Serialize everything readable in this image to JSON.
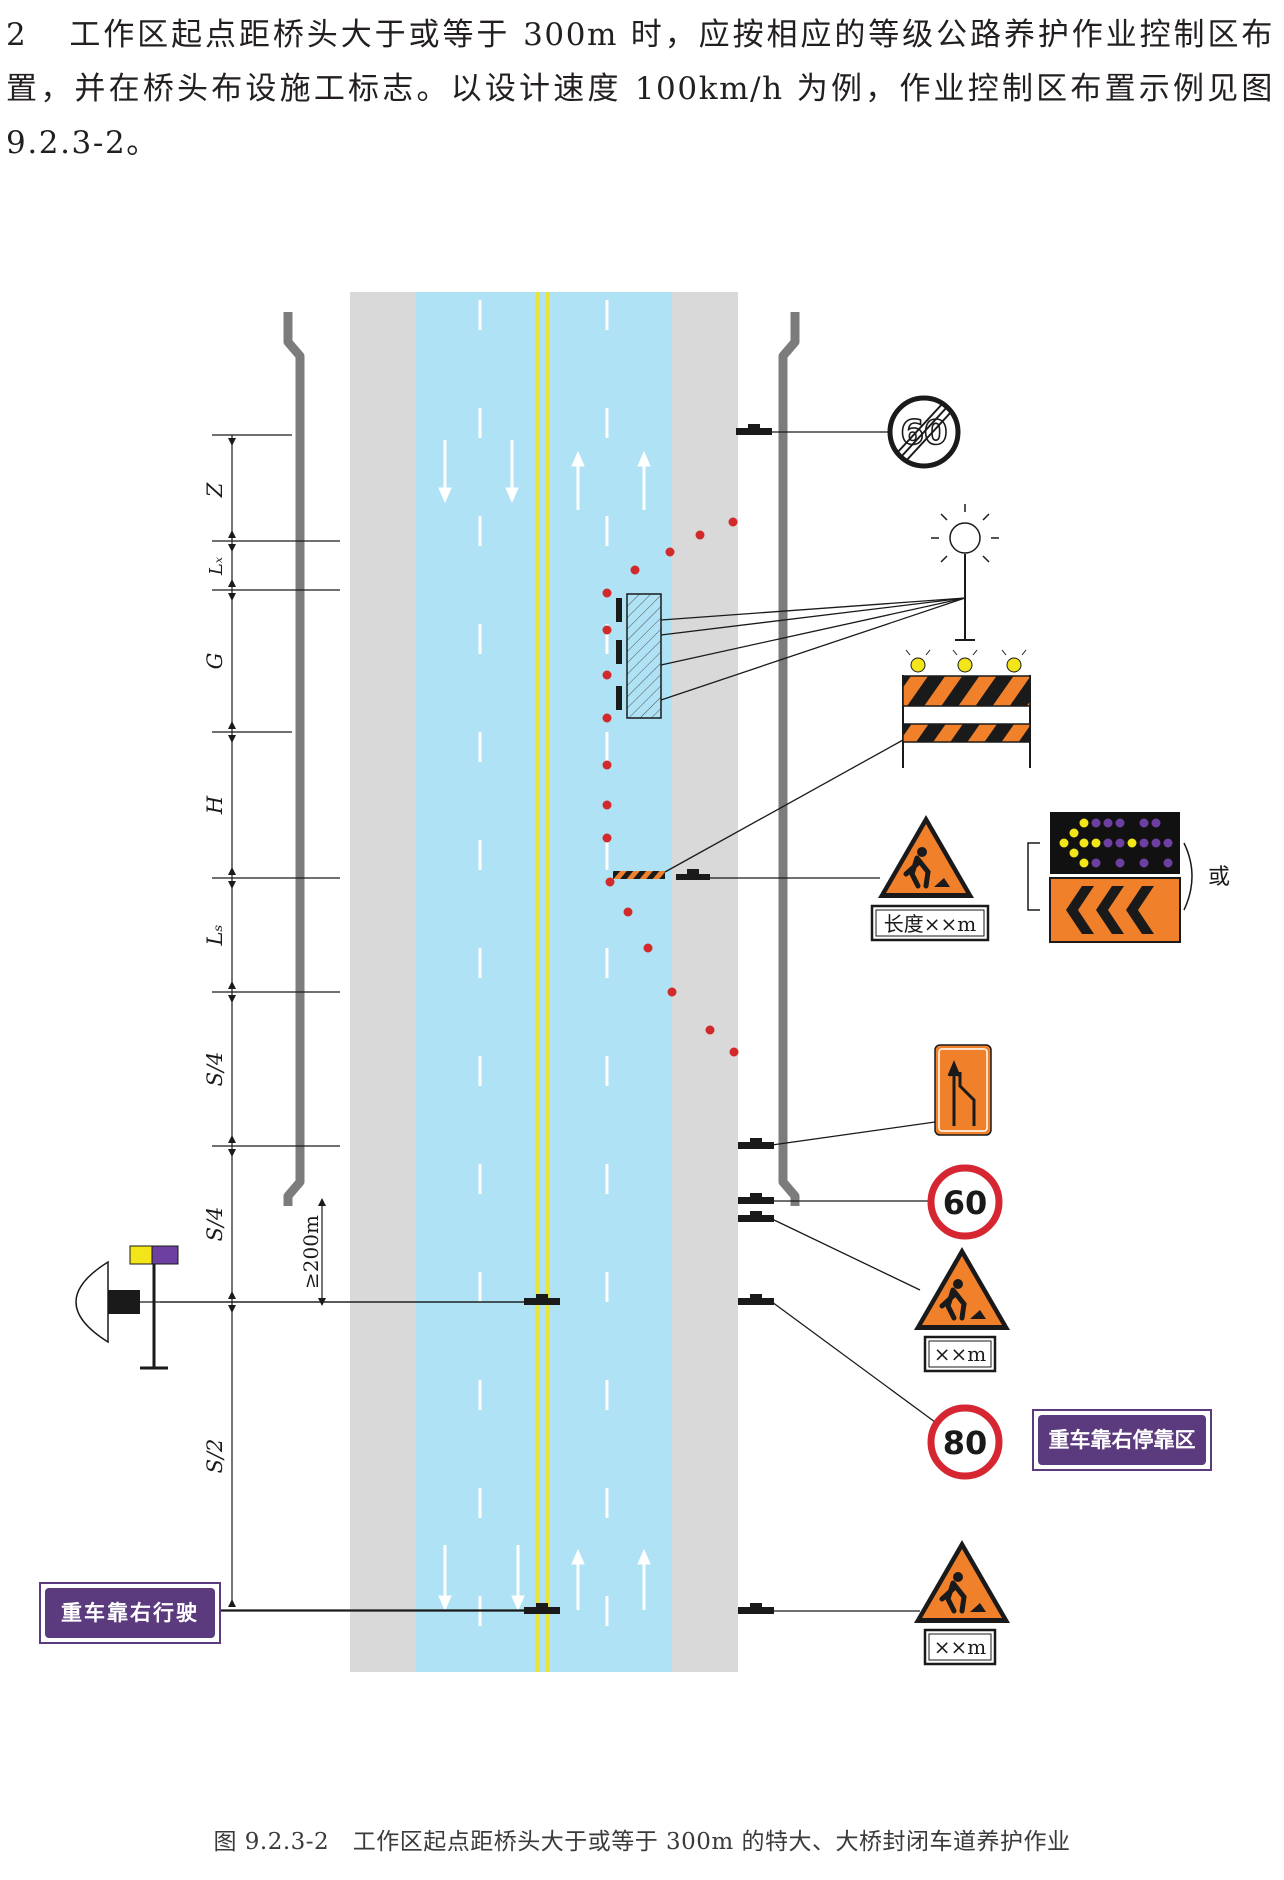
{
  "intro": {
    "number": "2",
    "text": "工作区起点距桥头大于或等于 300m 时，应按相应的等级公路养护作业控制区布置，并在桥头布设施工标志。以设计速度 100km/h 为例，作业控制区布置示例见图 9.2.3-2。"
  },
  "diagram": {
    "dimensions": {
      "z": "Z",
      "lx": "Lₓ",
      "g": "G",
      "h": "H",
      "ls": "Lₛ",
      "s4_a": "S/4",
      "s4_b": "S/4",
      "s2": "S/2",
      "min200": "≥200m"
    },
    "signs": {
      "end_limit": "60",
      "speed60": "60",
      "speed80": "80",
      "length_plate": "长度××m",
      "dist_plate_1": "××m",
      "dist_plate_2": "××m",
      "or_label": "或",
      "heavy_right_lane": "重车靠右行驶",
      "heavy_right_stop": "重车靠右停靠区"
    },
    "colors": {
      "lane": "#aee2f4",
      "shoulder": "#d9d9d9",
      "center_line": "#e9e43a",
      "cone": "#d22a2a",
      "warning_orange": "#f0802a",
      "sign_purple": "#5b3a7e",
      "speed_red": "#d62631"
    }
  },
  "caption": "图 9.2.3-2　工作区起点距桥头大于或等于 300m 的特大、大桥封闭车道养护作业"
}
